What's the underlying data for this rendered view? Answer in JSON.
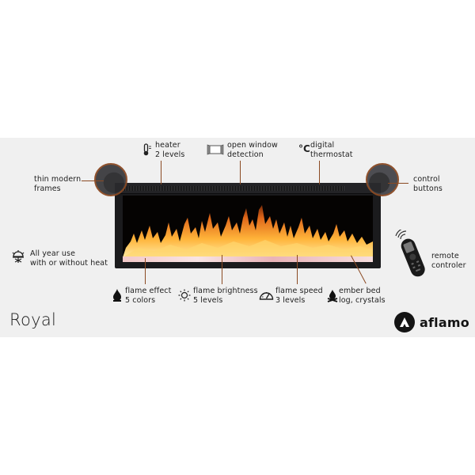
{
  "product": {
    "model_name": "Royal",
    "brand_name": "aflamo"
  },
  "features_top": [
    {
      "id": "heater",
      "icon": "thermometer-icon",
      "line1": "heater",
      "line2": "2 levels"
    },
    {
      "id": "open-window",
      "icon": "window-icon",
      "line1": "open window",
      "line2": "detection"
    },
    {
      "id": "thermostat",
      "icon": "celsius-icon",
      "line1": "digital",
      "line2": "thermostat"
    }
  ],
  "features_side": [
    {
      "id": "frames",
      "line1": "thin modern",
      "line2": "frames"
    },
    {
      "id": "control",
      "line1": "control",
      "line2": "buttons"
    },
    {
      "id": "all-year",
      "icon": "sun-snowflake-icon",
      "line1": "All year use",
      "line2": "with or without heat"
    },
    {
      "id": "remote",
      "icon": "remote-control-icon",
      "line1": "remote",
      "line2": "controler"
    }
  ],
  "features_bottom": [
    {
      "id": "flame-effect",
      "icon": "flame-icon",
      "line1": "flame effect",
      "line2": "5 colors"
    },
    {
      "id": "flame-brightness",
      "icon": "sun-icon",
      "line1": "flame brightness",
      "line2": "5 levels"
    },
    {
      "id": "flame-speed",
      "icon": "speedometer-icon",
      "line1": "flame speed",
      "line2": "3 levels"
    },
    {
      "id": "ember-bed",
      "icon": "campfire-icon",
      "line1": "ember bed",
      "line2": "log, crystals"
    }
  ],
  "colors": {
    "panel_bg": "#f0f0f0",
    "accent_leader": "#8b4a23",
    "fireplace_frame": "#1b1b1d",
    "text": "#1e1e1e"
  }
}
